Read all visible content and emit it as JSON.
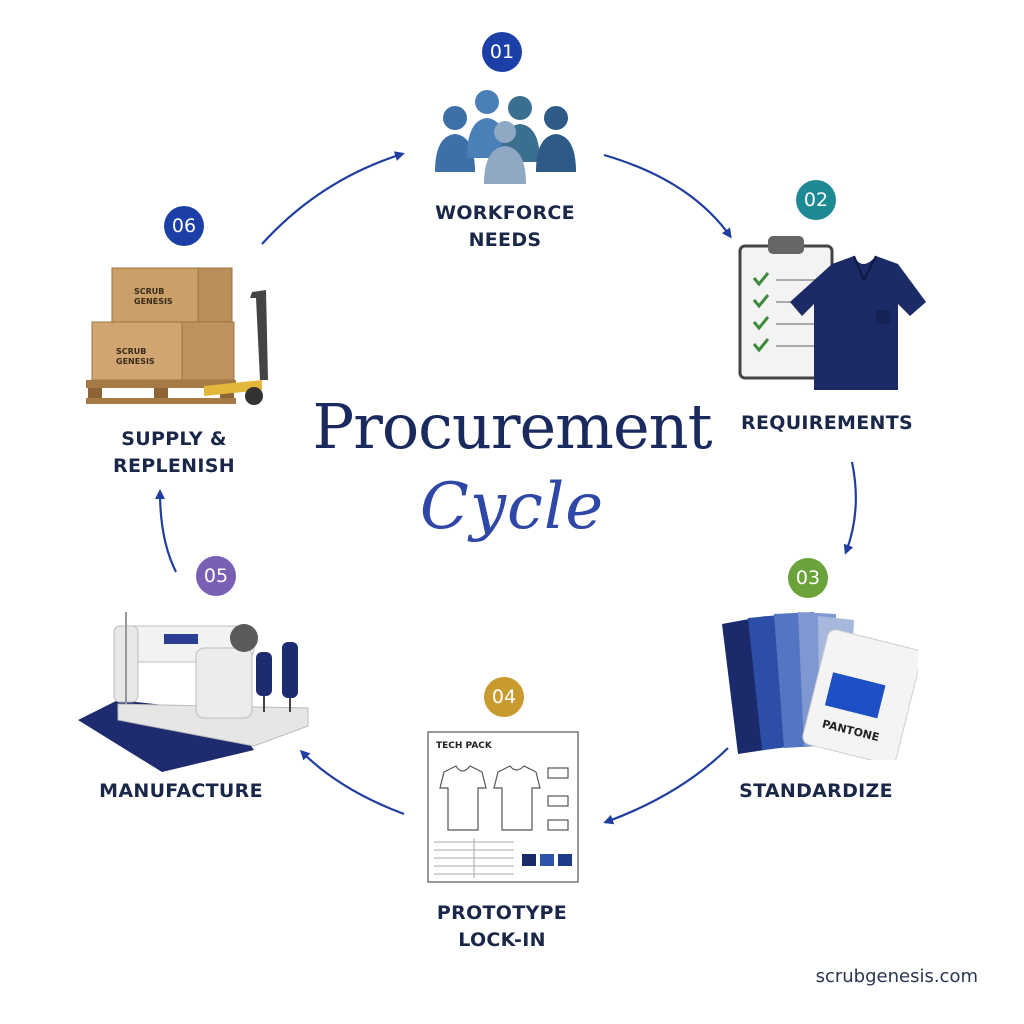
{
  "title": {
    "main": "Procurement",
    "sub": "Cycle"
  },
  "steps": [
    {
      "number": "01",
      "label_lines": [
        "WORKFORCE",
        "NEEDS"
      ],
      "icon": "people-group-icon"
    },
    {
      "number": "02",
      "label_lines": [
        "REQUIREMENTS"
      ],
      "icon": "clipboard-scrub-icon"
    },
    {
      "number": "03",
      "label_lines": [
        "STANDARDIZE"
      ],
      "icon": "fabric-swatch-icon"
    },
    {
      "number": "04",
      "label_lines": [
        "PROTOTYPE",
        "LOCK-IN"
      ],
      "icon": "tech-pack-icon"
    },
    {
      "number": "05",
      "label_lines": [
        "MANUFACTURE"
      ],
      "icon": "sewing-machine-icon"
    },
    {
      "number": "06",
      "label_lines": [
        "SUPPLY &",
        "REPLENISH"
      ],
      "icon": "boxes-pallet-icon"
    }
  ],
  "box_brand_lines": [
    "SCRUB",
    "GENESIS"
  ],
  "tech_pack_title": "TECH PACK",
  "swatch_brand": "PANTONE",
  "footer_url": "scrubgenesis.com",
  "colors": {
    "step01": "#1b3fa6",
    "step02": "#1d8a93",
    "step03": "#6aa33a",
    "step04": "#c99a2e",
    "step05": "#7b5fb5",
    "step06": "#1b3fa6",
    "arrow": "#1f3ea0",
    "text": "#1a2748"
  }
}
